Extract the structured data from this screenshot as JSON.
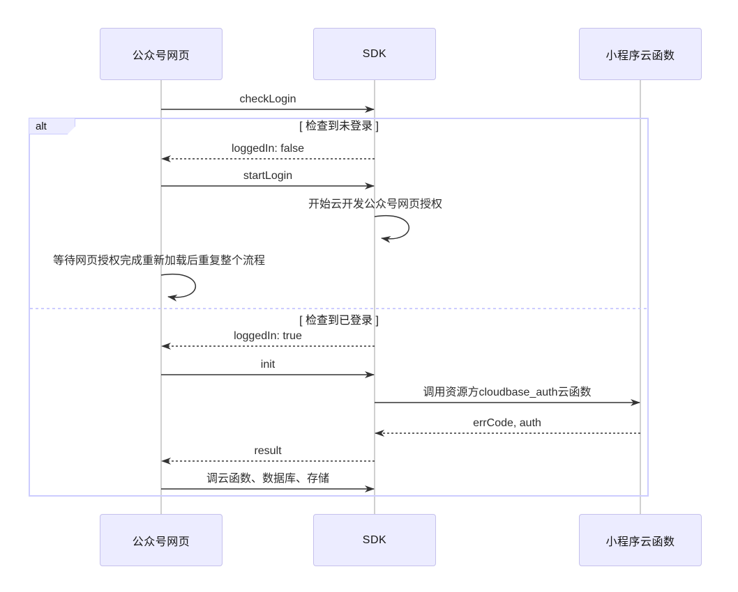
{
  "actors": [
    {
      "label": "公众号网页"
    },
    {
      "label": "SDK"
    },
    {
      "label": "小程序云函数"
    }
  ],
  "alt_frame": {
    "operator": "alt",
    "branch1_condition": "[ 检查到未登录 ]",
    "branch2_condition": "[ 检查到已登录 ]"
  },
  "messages": [
    {
      "label": "checkLogin",
      "from": "公众号网页",
      "to": "SDK",
      "style": "solid"
    },
    {
      "label": "loggedIn: false",
      "from": "SDK",
      "to": "公众号网页",
      "style": "dashed"
    },
    {
      "label": "startLogin",
      "from": "公众号网页",
      "to": "SDK",
      "style": "solid"
    },
    {
      "label": "开始云开发公众号网页授权",
      "from": "SDK",
      "to": "SDK",
      "style": "self"
    },
    {
      "label": "等待网页授权完成重新加载后重复整个流程",
      "from": "公众号网页",
      "to": "公众号网页",
      "style": "self"
    },
    {
      "label": "loggedIn: true",
      "from": "SDK",
      "to": "公众号网页",
      "style": "dashed"
    },
    {
      "label": "init",
      "from": "公众号网页",
      "to": "SDK",
      "style": "solid"
    },
    {
      "label": "调用资源方cloudbase_auth云函数",
      "from": "SDK",
      "to": "小程序云函数",
      "style": "solid"
    },
    {
      "label": "errCode, auth",
      "from": "小程序云函数",
      "to": "SDK",
      "style": "dashed"
    },
    {
      "label": "result",
      "from": "SDK",
      "to": "公众号网页",
      "style": "dashed"
    },
    {
      "label": "调云函数、数据库、存储",
      "from": "公众号网页",
      "to": "SDK",
      "style": "solid"
    }
  ],
  "colors": {
    "actor_fill": "#ECECFF",
    "actor_border": "#C5C0EC",
    "frame_border": "#CCCCFF",
    "signal": "#333333",
    "lifeline": "#A0A0A0",
    "background": "#FFFFFF"
  }
}
